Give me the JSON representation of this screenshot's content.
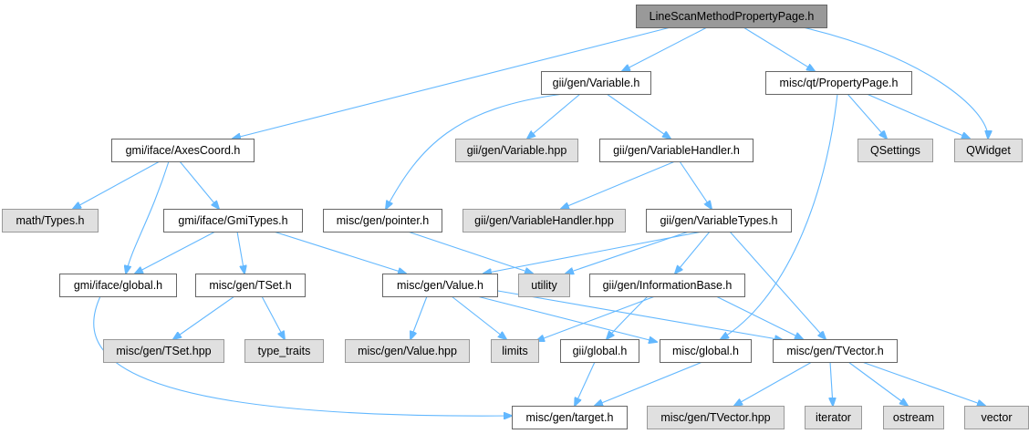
{
  "colors": {
    "root_fill": "#999999",
    "root_stroke": "#666666",
    "doc_fill": "#ffffff",
    "doc_stroke": "#666666",
    "ext_fill": "#e0e0e0",
    "ext_stroke": "#999999",
    "edge": "#63b8ff"
  },
  "nodes": [
    {
      "id": "root",
      "label": "LineScanMethodPropertyPage.h",
      "kind": "root"
    },
    {
      "id": "variable_h",
      "label": "gii/gen/Variable.h",
      "kind": "doc"
    },
    {
      "id": "propertypage_h",
      "label": "misc/qt/PropertyPage.h",
      "kind": "doc"
    },
    {
      "id": "axescoord_h",
      "label": "gmi/iface/AxesCoord.h",
      "kind": "doc"
    },
    {
      "id": "variable_hpp",
      "label": "gii/gen/Variable.hpp",
      "kind": "ext"
    },
    {
      "id": "variablehandler_h",
      "label": "gii/gen/VariableHandler.h",
      "kind": "doc"
    },
    {
      "id": "qsettings",
      "label": "QSettings",
      "kind": "ext"
    },
    {
      "id": "qwidget",
      "label": "QWidget",
      "kind": "ext"
    },
    {
      "id": "math_types_h",
      "label": "math/Types.h",
      "kind": "ext"
    },
    {
      "id": "gmitypes_h",
      "label": "gmi/iface/GmiTypes.h",
      "kind": "doc"
    },
    {
      "id": "pointer_h",
      "label": "misc/gen/pointer.h",
      "kind": "doc"
    },
    {
      "id": "variablehandler_hpp",
      "label": "gii/gen/VariableHandler.hpp",
      "kind": "ext"
    },
    {
      "id": "variabletypes_h",
      "label": "gii/gen/VariableTypes.h",
      "kind": "doc"
    },
    {
      "id": "gmi_global_h",
      "label": "gmi/iface/global.h",
      "kind": "doc"
    },
    {
      "id": "tset_h",
      "label": "misc/gen/TSet.h",
      "kind": "doc"
    },
    {
      "id": "value_h",
      "label": "misc/gen/Value.h",
      "kind": "doc"
    },
    {
      "id": "utility",
      "label": "utility",
      "kind": "ext"
    },
    {
      "id": "informationbase_h",
      "label": "gii/gen/InformationBase.h",
      "kind": "doc"
    },
    {
      "id": "tset_hpp",
      "label": "misc/gen/TSet.hpp",
      "kind": "ext"
    },
    {
      "id": "type_traits",
      "label": "type_traits",
      "kind": "ext"
    },
    {
      "id": "value_hpp",
      "label": "misc/gen/Value.hpp",
      "kind": "ext"
    },
    {
      "id": "limits",
      "label": "limits",
      "kind": "ext"
    },
    {
      "id": "gii_global_h",
      "label": "gii/global.h",
      "kind": "doc"
    },
    {
      "id": "misc_global_h",
      "label": "misc/global.h",
      "kind": "doc"
    },
    {
      "id": "tvector_h",
      "label": "misc/gen/TVector.h",
      "kind": "doc"
    },
    {
      "id": "target_h",
      "label": "misc/gen/target.h",
      "kind": "doc"
    },
    {
      "id": "tvector_hpp",
      "label": "misc/gen/TVector.hpp",
      "kind": "ext"
    },
    {
      "id": "iterator",
      "label": "iterator",
      "kind": "ext"
    },
    {
      "id": "ostream",
      "label": "ostream",
      "kind": "ext"
    },
    {
      "id": "vector",
      "label": "vector",
      "kind": "ext"
    }
  ],
  "edges": [
    [
      "root",
      "variable_h"
    ],
    [
      "root",
      "propertypage_h"
    ],
    [
      "root",
      "axescoord_h"
    ],
    [
      "root",
      "qwidget"
    ],
    [
      "variable_h",
      "variable_hpp"
    ],
    [
      "variable_h",
      "variablehandler_h"
    ],
    [
      "variable_h",
      "pointer_h"
    ],
    [
      "propertypage_h",
      "qsettings"
    ],
    [
      "propertypage_h",
      "qwidget"
    ],
    [
      "propertypage_h",
      "misc_global_h"
    ],
    [
      "axescoord_h",
      "math_types_h"
    ],
    [
      "axescoord_h",
      "gmitypes_h"
    ],
    [
      "axescoord_h",
      "gmi_global_h"
    ],
    [
      "variablehandler_h",
      "variablehandler_hpp"
    ],
    [
      "variablehandler_h",
      "variabletypes_h"
    ],
    [
      "gmitypes_h",
      "gmi_global_h"
    ],
    [
      "gmitypes_h",
      "tset_h"
    ],
    [
      "gmitypes_h",
      "value_h"
    ],
    [
      "pointer_h",
      "utility"
    ],
    [
      "variabletypes_h",
      "value_h"
    ],
    [
      "variabletypes_h",
      "utility"
    ],
    [
      "variabletypes_h",
      "informationbase_h"
    ],
    [
      "variabletypes_h",
      "tvector_h"
    ],
    [
      "gmi_global_h",
      "target_h"
    ],
    [
      "tset_h",
      "tset_hpp"
    ],
    [
      "tset_h",
      "type_traits"
    ],
    [
      "value_h",
      "value_hpp"
    ],
    [
      "value_h",
      "limits"
    ],
    [
      "value_h",
      "misc_global_h"
    ],
    [
      "value_h",
      "tvector_h"
    ],
    [
      "informationbase_h",
      "limits"
    ],
    [
      "informationbase_h",
      "gii_global_h"
    ],
    [
      "informationbase_h",
      "tvector_h"
    ],
    [
      "gii_global_h",
      "target_h"
    ],
    [
      "misc_global_h",
      "target_h"
    ],
    [
      "tvector_h",
      "tvector_hpp"
    ],
    [
      "tvector_h",
      "iterator"
    ],
    [
      "tvector_h",
      "ostream"
    ],
    [
      "tvector_h",
      "vector"
    ]
  ]
}
